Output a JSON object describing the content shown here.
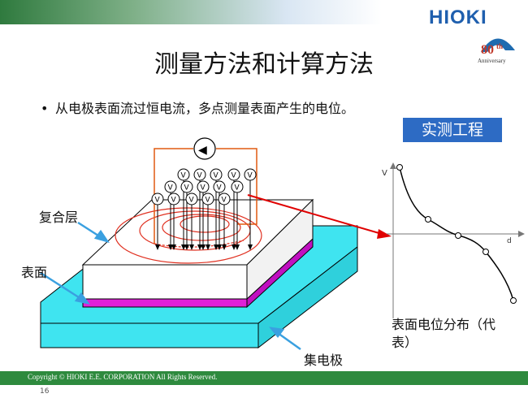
{
  "header": {
    "logo": "HIOKI",
    "anniversary_number": "80",
    "anniversary_suffix": "th",
    "anniversary_word": "Anniversary"
  },
  "title": "测量方法和计算方法",
  "bullet": {
    "symbol": "•",
    "text": "从电极表面流过恒电流，多点测量表面产生的电位。"
  },
  "tag": "实测工程",
  "diagram": {
    "label_composite": "复合层",
    "label_surface": "表面",
    "label_collector": "集电极",
    "source_symbol": "◀",
    "probe_symbol": "V"
  },
  "graph": {
    "y_label": "V",
    "x_label": "d",
    "caption_line1": "表面电位分布（代",
    "caption_line2": "表）"
  },
  "footer": {
    "copyright": "Copyright © HIOKI E.E. CORPORATION All Rights Reserved.",
    "page": "16"
  },
  "colors": {
    "accent_blue": "#2d6bc4",
    "footer_green": "#2e8a3e",
    "collector_cyan": "#3fe4f0",
    "layer_magenta": "#e020d8",
    "current_red": "#e03020"
  }
}
